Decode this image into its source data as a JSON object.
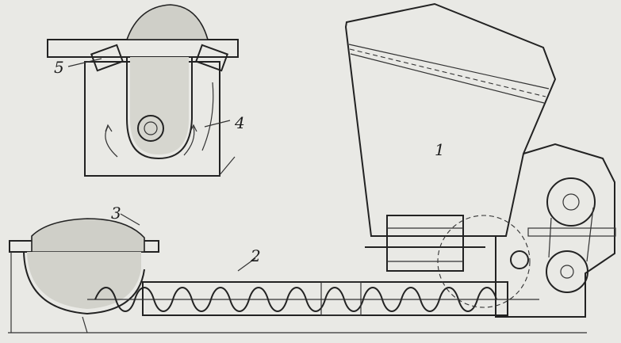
{
  "labels": {
    "hopper": "1",
    "auger": "2",
    "bowl": "3",
    "housing": "4",
    "gate": "5"
  },
  "colors": {
    "paper": "#e9e9e5",
    "ink": "#222222",
    "fill_material": "#cfcfc8"
  }
}
